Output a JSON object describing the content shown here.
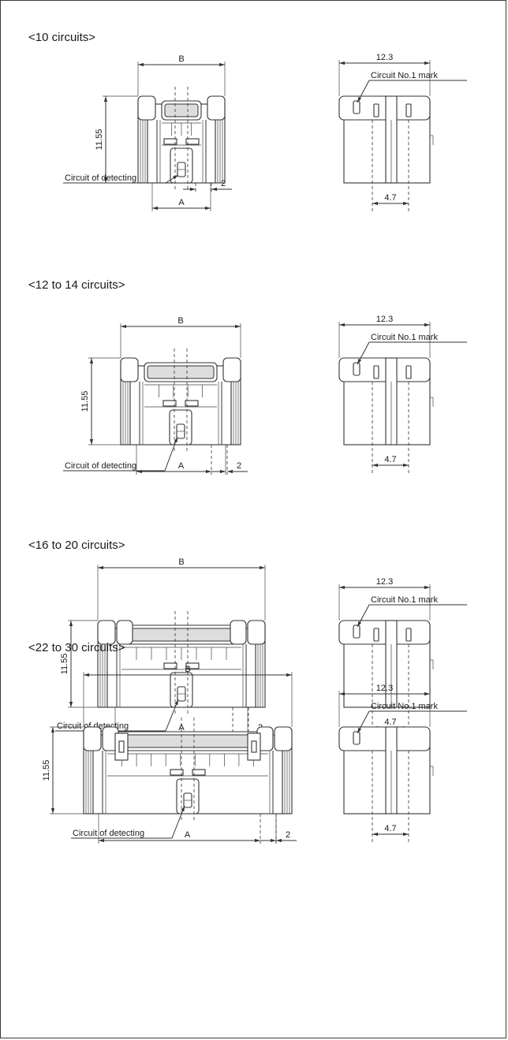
{
  "sections": [
    {
      "title": "<10 circuits>",
      "front": {
        "dim_b": "B",
        "dim_height": "11.55",
        "dim_a": "A",
        "dim_pitch": "2",
        "detect_label": "Circuit of detecting"
      },
      "side": {
        "dim_width": "12.3",
        "mark_label": "Circuit No.1 mark",
        "dim_bottom": "4.7"
      }
    },
    {
      "title": "<12 to 14 circuits>",
      "front": {
        "dim_b": "B",
        "dim_height": "11.55",
        "dim_a": "A",
        "dim_pitch": "2",
        "detect_label": "Circuit of detecting"
      },
      "side": {
        "dim_width": "12.3",
        "mark_label": "Circuit No.1 mark",
        "dim_bottom": "4.7"
      }
    },
    {
      "title": "<16 to 20 circuits>",
      "front": {
        "dim_b": "B",
        "dim_height": "11.55",
        "dim_a": "A",
        "dim_pitch": "2",
        "detect_label": "Circuit of detecting"
      },
      "side": {
        "dim_width": "12.3",
        "mark_label": "Circuit No.1 mark",
        "dim_bottom": "4.7"
      }
    },
    {
      "title": "<22 to 30 circuits>",
      "front": {
        "dim_b": "B",
        "dim_height": "11.55",
        "dim_a": "A",
        "dim_pitch": "2",
        "detect_label": "Circuit of detecting"
      },
      "side": {
        "dim_width": "12.3",
        "mark_label": "Circuit No.1 mark",
        "dim_bottom": "4.7"
      }
    }
  ]
}
